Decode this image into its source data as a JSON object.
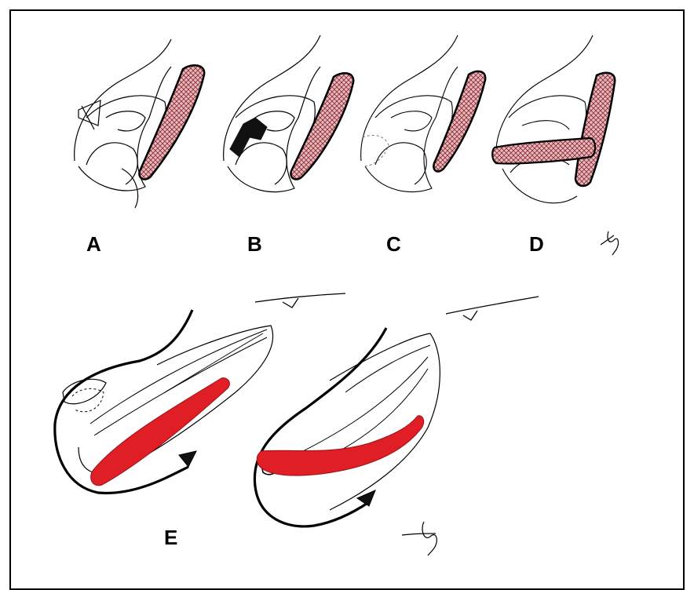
{
  "labels": {
    "a": "A",
    "b": "B",
    "c": "C",
    "d": "D",
    "e": "E"
  },
  "colors": {
    "outline": "#000000",
    "hatch_fill": "#e7b9bd",
    "hatch_line": "#8a2a35",
    "graft_red": "#e01e25",
    "lesion": "#111111"
  }
}
